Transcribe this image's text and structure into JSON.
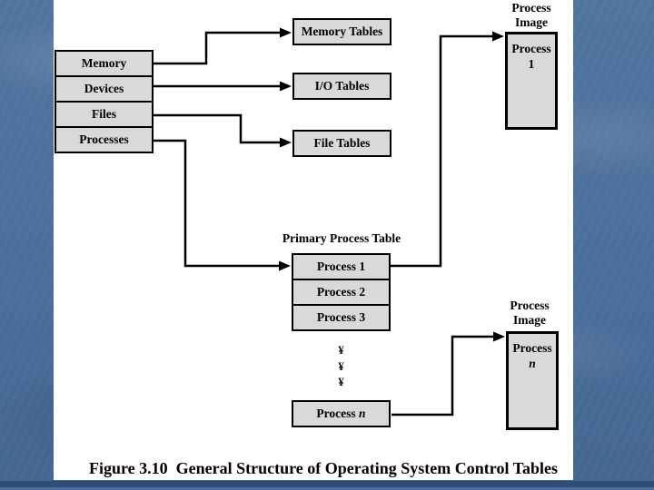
{
  "slide": {
    "caption": "Figure 3.10  General Structure of Operating System Control Tables"
  },
  "left_stack": {
    "items": [
      "Memory",
      "Devices",
      "Files",
      "Processes"
    ]
  },
  "tables": {
    "items": [
      "Memory Tables",
      "I/O Tables",
      "File Tables"
    ]
  },
  "primary_table": {
    "title": "Primary Process Table",
    "rows": [
      "Process 1",
      "Process 2",
      "Process 3"
    ],
    "dots": [
      "¥",
      "¥",
      "¥"
    ],
    "last_prefix": "Process ",
    "last_italic": "n"
  },
  "image_top": {
    "label1": "Process",
    "label2": "Image",
    "line1": "Process",
    "line2": "1"
  },
  "image_bottom": {
    "label1": "Process",
    "label2": "Image",
    "line1": "Process",
    "line2_italic": "n"
  },
  "colors": {
    "background": "#4c6f9b",
    "box_fill": "#d9d9d9",
    "line": "#000000",
    "canvas": "#ffffff",
    "bottom_band": "#2c4e78"
  }
}
